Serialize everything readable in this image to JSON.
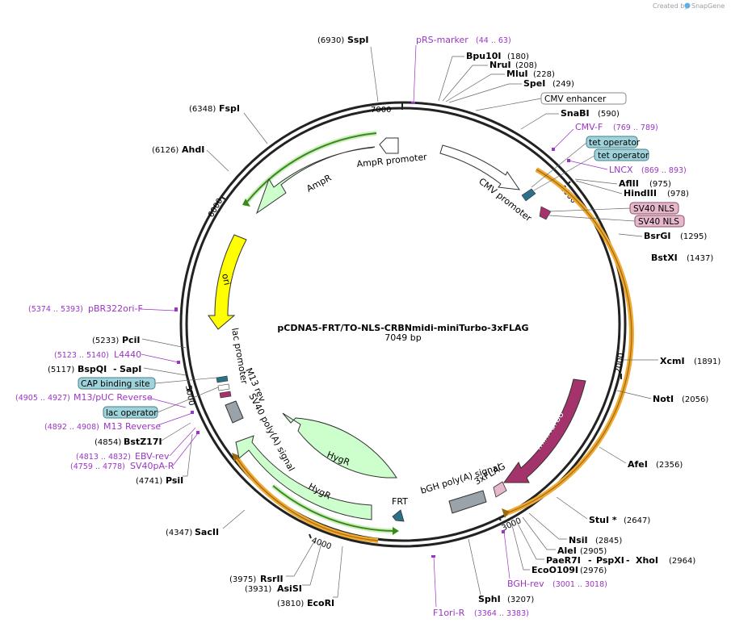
{
  "credit": {
    "text": "Created by",
    "brand": "SnapGene"
  },
  "map": {
    "name": "pCDNA5-FRT/TO-NLS-CRBNmidi-miniTurbo-3xFLAG",
    "length_label": "7049 bp"
  },
  "ticks": [
    "1000",
    "2000",
    "3000",
    "4000",
    "5000",
    "6000",
    "7000"
  ],
  "features": {
    "ampr_promoter": "AmpR promoter",
    "ampr": "AmpR",
    "ori": "ori",
    "cmv_promoter": "CMV promoter",
    "lac_promoter": "lac promoter",
    "m13_rev": "M13 rev",
    "sv40_polya": "SV40 poly(A) signal",
    "hygr_inner": "HygR",
    "hygr_outer": "HygR",
    "frt": "FRT",
    "bgh_polya": "bGH poly(A) signal",
    "threexflag": "3xFLAG",
    "miniturbo": "miniTurbo"
  },
  "boxes": {
    "cmv_enhancer": "CMV enhancer",
    "tet_operator_1": "tet operator",
    "tet_operator_2": "tet operator",
    "sv40_nls_1": "SV40 NLS",
    "sv40_nls_2": "SV40 NLS",
    "cap_binding": "CAP binding site",
    "lac_operator": "lac operator"
  },
  "enzymes": {
    "sspi": {
      "name": "SspI",
      "pos": "(6930)"
    },
    "bpu10i": {
      "name": "Bpu10I",
      "pos": "(180)"
    },
    "nrui": {
      "name": "NruI",
      "pos": "(208)"
    },
    "mlui": {
      "name": "MluI",
      "pos": "(228)"
    },
    "spei": {
      "name": "SpeI",
      "pos": "(249)"
    },
    "snabi": {
      "name": "SnaBI",
      "pos": "(590)"
    },
    "aflii": {
      "name": "AflII",
      "pos": "(975)"
    },
    "hindiii": {
      "name": "HindIII",
      "pos": "(978)"
    },
    "bsrgi": {
      "name": "BsrGI",
      "pos": "(1295)"
    },
    "bstxi": {
      "name": "BstXI",
      "pos": "(1437)"
    },
    "xcmi": {
      "name": "XcmI",
      "pos": "(1891)"
    },
    "noti": {
      "name": "NotI",
      "pos": "(2056)"
    },
    "afei": {
      "name": "AfeI",
      "pos": "(2356)"
    },
    "stui": {
      "name": "StuI *",
      "pos": "(2647)"
    },
    "nsii": {
      "name": "NsiI",
      "pos": "(2845)"
    },
    "alei": {
      "name": "AleI",
      "pos": "(2905)"
    },
    "paer7i": {
      "name": "PaeR7I",
      "sep1": "-",
      "name2": "PspXI",
      "sep2": "-",
      "name3": "XhoI",
      "pos": "(2964)"
    },
    "eco0109i": {
      "name": "EcoO109I",
      "pos": "(2976)"
    },
    "sphi": {
      "name": "SphI",
      "pos": "(3207)"
    },
    "ecori": {
      "name": "EcoRI",
      "pos": "(3810)"
    },
    "asisi": {
      "name": "AsiSI",
      "pos": "(3931)"
    },
    "rsrii": {
      "name": "RsrII",
      "pos": "(3975)"
    },
    "sacii": {
      "name": "SacII",
      "pos": "(4347)"
    },
    "psii": {
      "name": "PsiI",
      "pos": "(4741)"
    },
    "bstz17i": {
      "name": "BstZ17I",
      "pos": "(4854)"
    },
    "bspqi": {
      "name": "BspQI",
      "sep": "-",
      "name2": "SapI",
      "pos": "(5117)"
    },
    "pcii": {
      "name": "PciI",
      "pos": "(5233)"
    },
    "ahdi": {
      "name": "AhdI",
      "pos": "(6126)"
    },
    "fspi": {
      "name": "FspI",
      "pos": "(6348)"
    }
  },
  "primers": {
    "prs_marker": {
      "name": "pRS-marker",
      "range": "(44 .. 63)"
    },
    "cmv_f": {
      "name": "CMV-F",
      "range": "(769 .. 789)"
    },
    "lncx": {
      "name": "LNCX",
      "range": "(869 .. 893)"
    },
    "bgh_rev": {
      "name": "BGH-rev",
      "range": "(3001 .. 3018)"
    },
    "f1ori_r": {
      "name": "F1ori-R",
      "range": "(3364 .. 3383)"
    },
    "sv40pa_r": {
      "name": "SV40pA-R",
      "range": "(4759 .. 4778)"
    },
    "ebv_rev": {
      "name": "EBV-rev",
      "range": "(4813 .. 4832)"
    },
    "m13_reverse": {
      "name": "M13 Reverse",
      "range": "(4892 .. 4908)"
    },
    "m13_puc_reverse": {
      "name": "M13/pUC Reverse",
      "range": "(4905 .. 4927)"
    },
    "l4440": {
      "name": "L4440",
      "range": "(5123 .. 5140)"
    },
    "pbr322ori_f": {
      "name": "pBR322ori-F",
      "range": "(5374 .. 5393)"
    }
  },
  "colors": {
    "backbone": "#222222",
    "ampr_fill": "#ccffcc",
    "ori_fill": "#ffff00",
    "miniturbo_fill": "#a3336a",
    "orange_arc": "#f0a830",
    "green_arc": "#3a8a1a",
    "primer": "#9a35c4",
    "teal_box": "#9fd3dc",
    "pink_box": "#e7b8cc",
    "gray_feature": "#9aa2aa"
  }
}
